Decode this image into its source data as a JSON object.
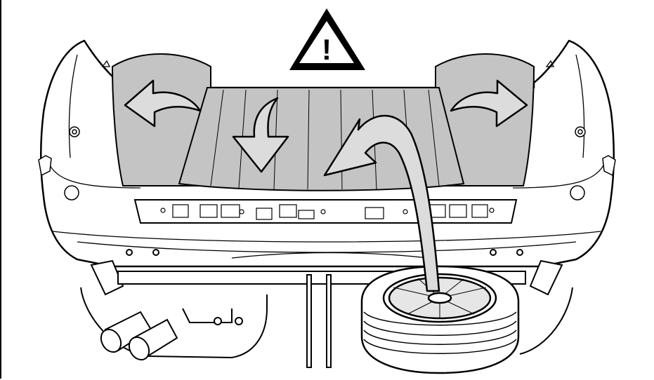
{
  "diagram": {
    "warning_symbol": "warning-triangle-icon",
    "warning_glyph": "!",
    "colors": {
      "line": "#000000",
      "fill": "#ffffff",
      "floor": "#c4c4c4",
      "arrow": "#dcdcdc"
    },
    "steps": [
      {
        "id": "fold-left-panel",
        "icon": "curved-arrow-left-icon"
      },
      {
        "id": "lift-floor",
        "icon": "curved-arrow-down-icon"
      },
      {
        "id": "fold-right-panel",
        "icon": "curved-arrow-right-icon"
      },
      {
        "id": "stow-spare-wheel",
        "icon": "curved-arrow-return-icon"
      }
    ],
    "objects": [
      "trunk-floor",
      "rear-bumper",
      "spare-wheel",
      "twin-exhaust",
      "tow-bar-crossmember"
    ]
  }
}
